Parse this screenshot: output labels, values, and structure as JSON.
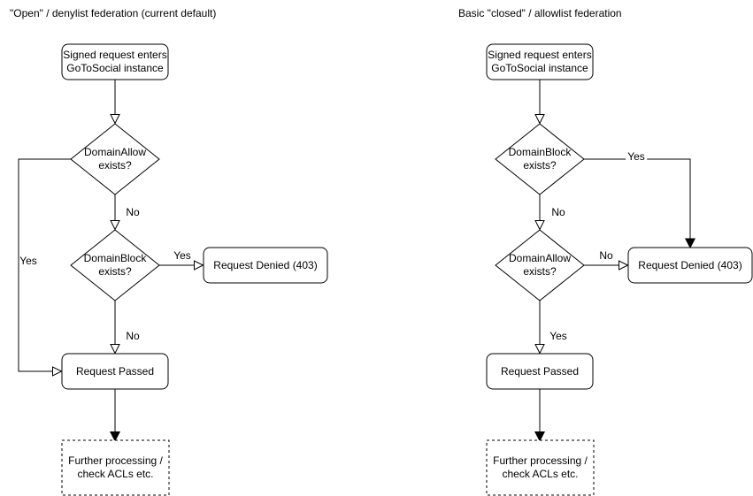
{
  "canvas": {
    "background": "#ffffff",
    "stroke_color": "#000000",
    "text_color": "#000000"
  },
  "left_chart": {
    "title": "\"Open\" / denylist federation (current default)",
    "nodes": {
      "start": {
        "line1": "Signed request enters",
        "line2": "GoToSocial instance"
      },
      "decision1": {
        "line1": "DomainAllow",
        "line2": "exists?"
      },
      "decision2": {
        "line1": "DomainBlock",
        "line2": "exists?"
      },
      "denied": {
        "label": "Request Denied (403)"
      },
      "passed": {
        "label": "Request Passed"
      },
      "further": {
        "line1": "Further processing /",
        "line2": "check ACLs etc."
      }
    },
    "edge_labels": {
      "decision1_yes": "Yes",
      "decision1_no": "No",
      "decision2_yes": "Yes",
      "decision2_no": "No"
    }
  },
  "right_chart": {
    "title": "Basic \"closed\" / allowlist federation",
    "nodes": {
      "start": {
        "line1": "Signed request enters",
        "line2": "GoToSocial instance"
      },
      "decision1": {
        "line1": "DomainBlock",
        "line2": "exists?"
      },
      "decision2": {
        "line1": "DomainAllow",
        "line2": "exists?"
      },
      "denied": {
        "label": "Request Denied (403)"
      },
      "passed": {
        "label": "Request Passed"
      },
      "further": {
        "line1": "Further processing /",
        "line2": "check ACLs etc."
      }
    },
    "edge_labels": {
      "decision1_yes": "Yes",
      "decision1_no": "No",
      "decision2_no": "No",
      "decision2_yes": "Yes"
    }
  }
}
